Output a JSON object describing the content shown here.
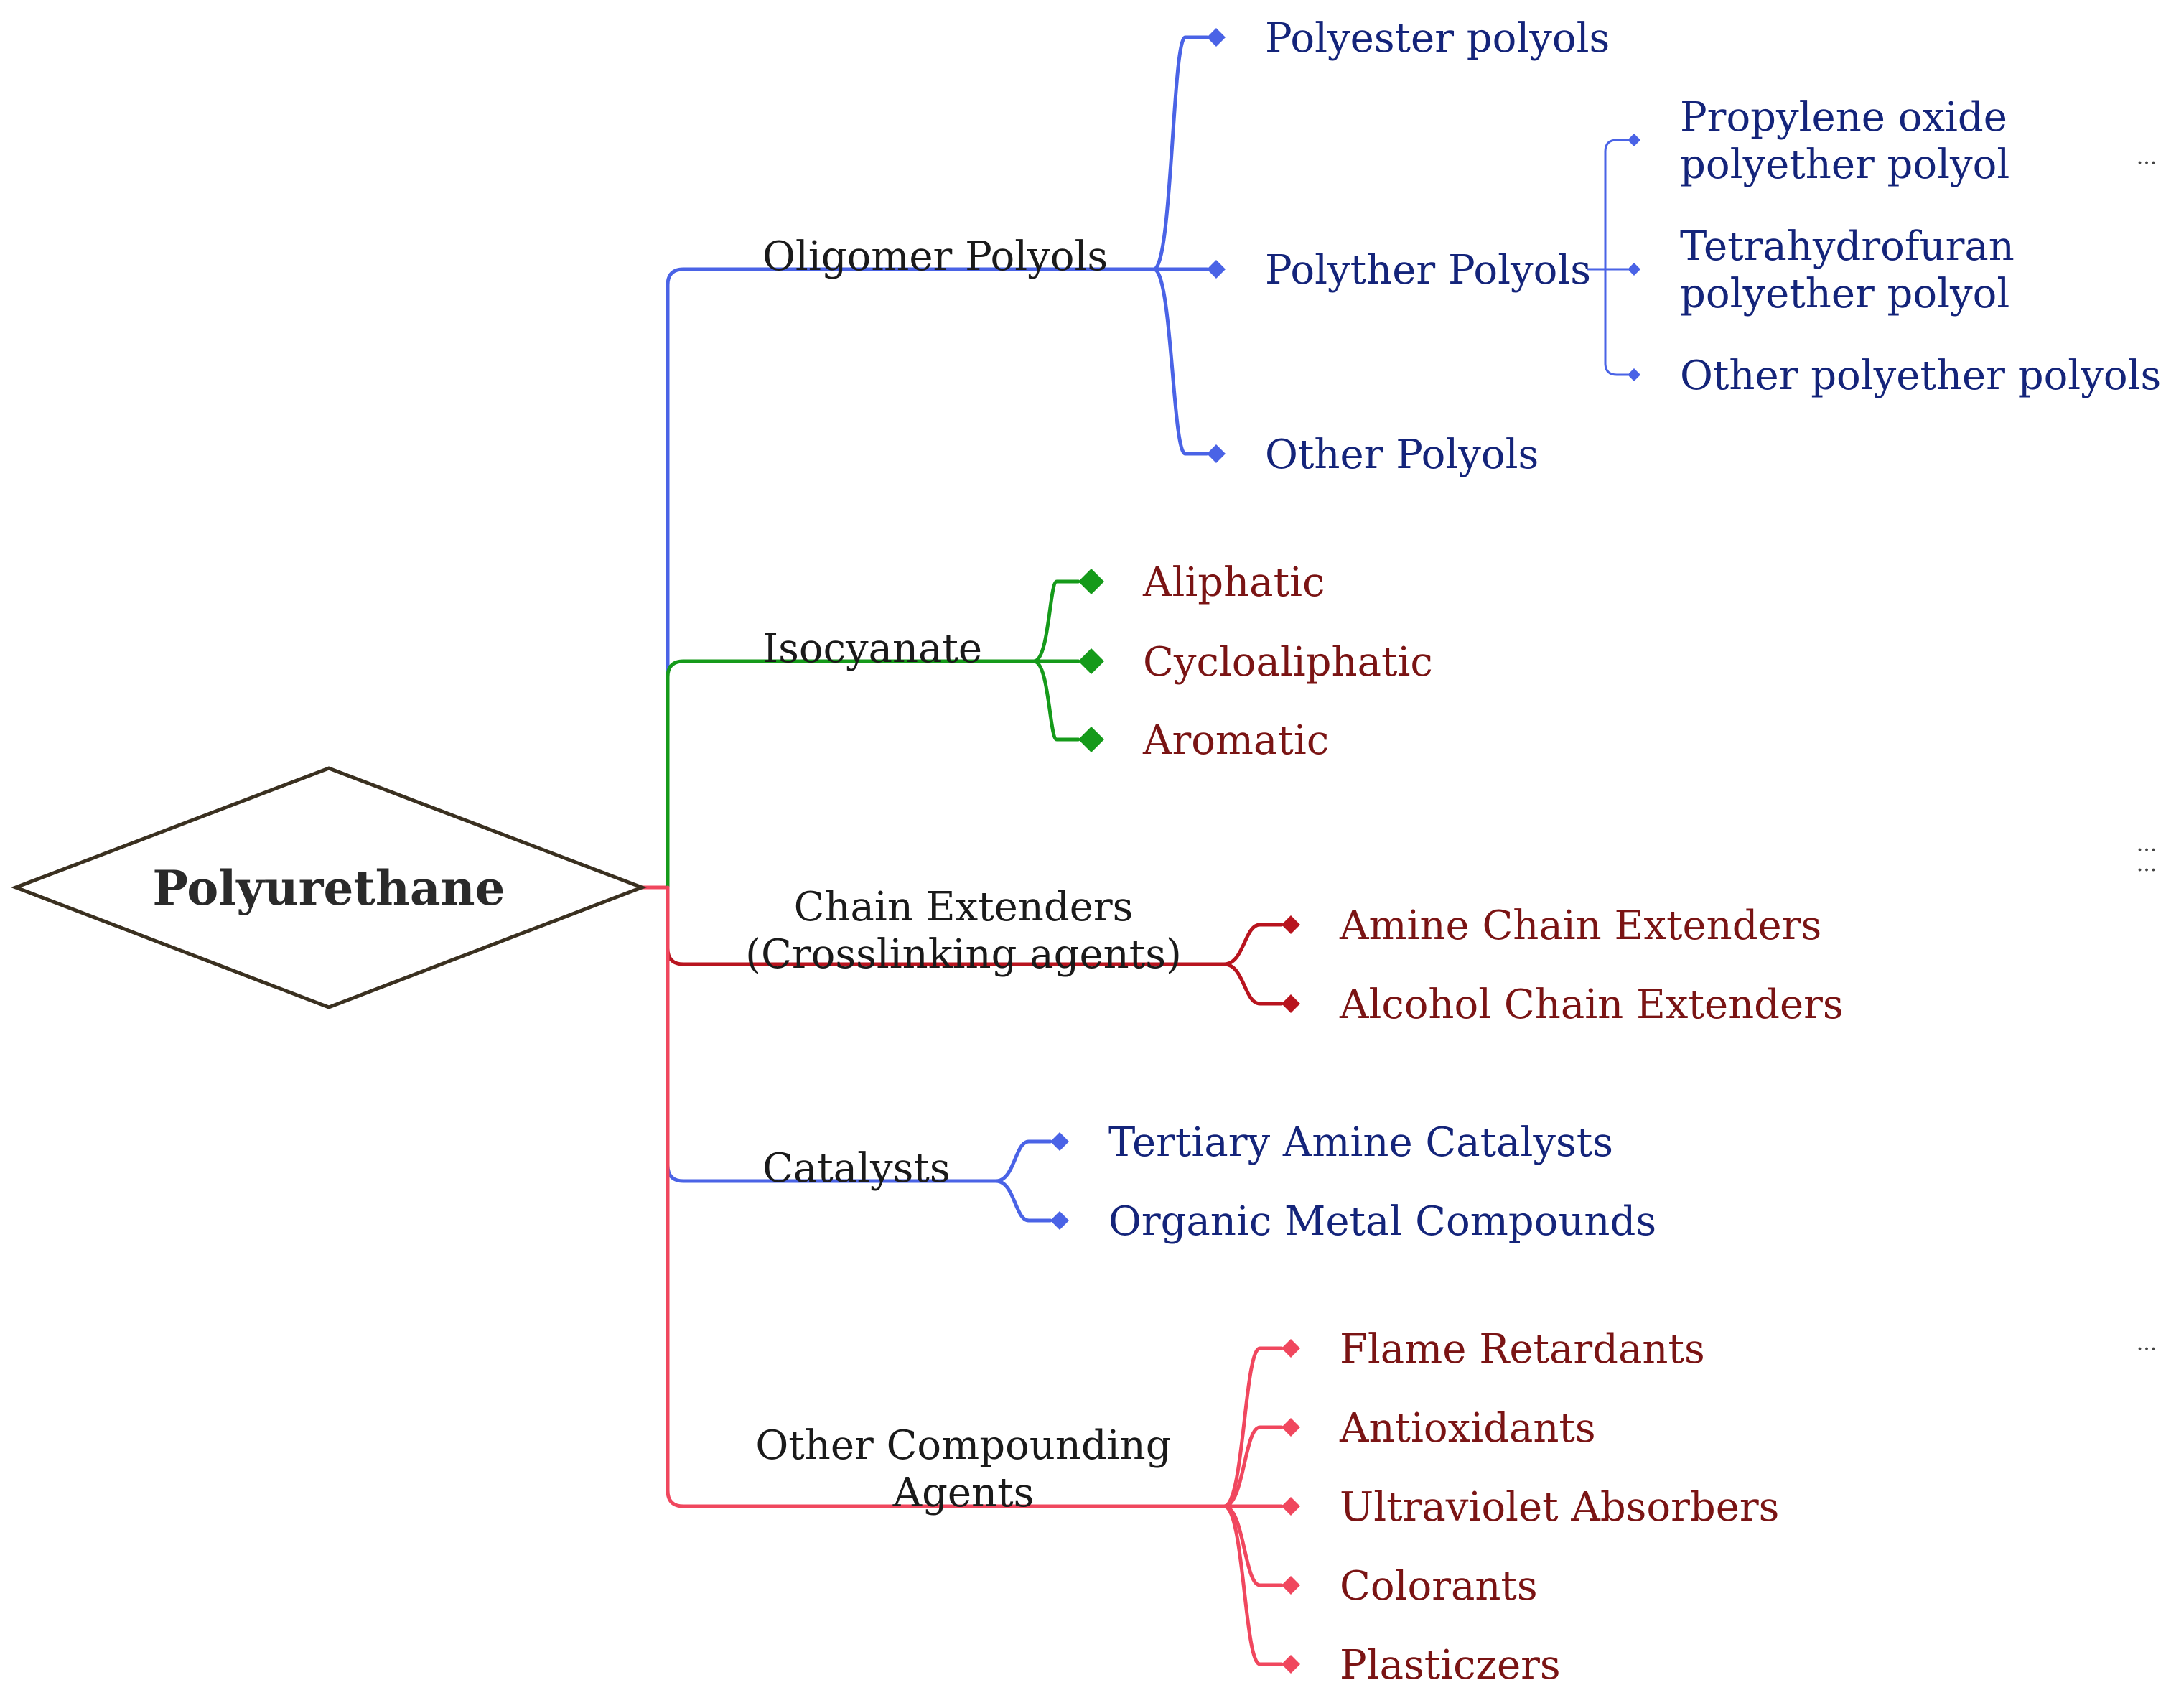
{
  "colors": {
    "blue_line": "#4a63e6",
    "blue_text": "#14247a",
    "green_line": "#159a1a",
    "red_line": "#b8141e",
    "red_text": "#7a1414",
    "pink_line": "#f0475e",
    "root_border": "#3a3020"
  },
  "root": {
    "label": "Polyurethane"
  },
  "branches": [
    {
      "id": "oligomer",
      "lines": [
        "Oligomer Polyols"
      ],
      "color": "blue",
      "children": [
        {
          "lines": [
            "Polyester polyols"
          ]
        },
        {
          "lines": [
            "Polyther Polyols"
          ],
          "children": [
            {
              "lines": [
                "Propylene oxide",
                "polyether polyol"
              ]
            },
            {
              "lines": [
                "Tetrahydrofuran",
                "polyether polyol"
              ]
            },
            {
              "lines": [
                "Other polyether polyols"
              ]
            }
          ]
        },
        {
          "lines": [
            "Other Polyols"
          ]
        }
      ]
    },
    {
      "id": "isocyanate",
      "lines": [
        "Isocyanate"
      ],
      "color": "green",
      "children": [
        {
          "lines": [
            "Aliphatic"
          ]
        },
        {
          "lines": [
            "Cycloaliphatic"
          ]
        },
        {
          "lines": [
            "Aromatic"
          ]
        }
      ]
    },
    {
      "id": "chain",
      "lines": [
        "Chain Extenders",
        "(Crosslinking agents)"
      ],
      "color": "red",
      "children": [
        {
          "lines": [
            "Amine Chain Extenders"
          ]
        },
        {
          "lines": [
            "Alcohol Chain Extenders"
          ]
        }
      ]
    },
    {
      "id": "catalysts",
      "lines": [
        "Catalysts"
      ],
      "color": "blue",
      "children": [
        {
          "lines": [
            "Tertiary Amine Catalysts"
          ]
        },
        {
          "lines": [
            "Organic Metal Compounds"
          ]
        }
      ]
    },
    {
      "id": "other",
      "lines": [
        "Other Compounding",
        "Agents"
      ],
      "color": "pink",
      "children": [
        {
          "lines": [
            "Flame Retardants"
          ]
        },
        {
          "lines": [
            "Antioxidants"
          ]
        },
        {
          "lines": [
            "Ultraviolet Absorbers"
          ]
        },
        {
          "lines": [
            "Colorants"
          ]
        },
        {
          "lines": [
            "Plasticzers"
          ]
        }
      ]
    }
  ],
  "ellipsis_marks": [
    "...",
    "...",
    "...",
    "..."
  ]
}
